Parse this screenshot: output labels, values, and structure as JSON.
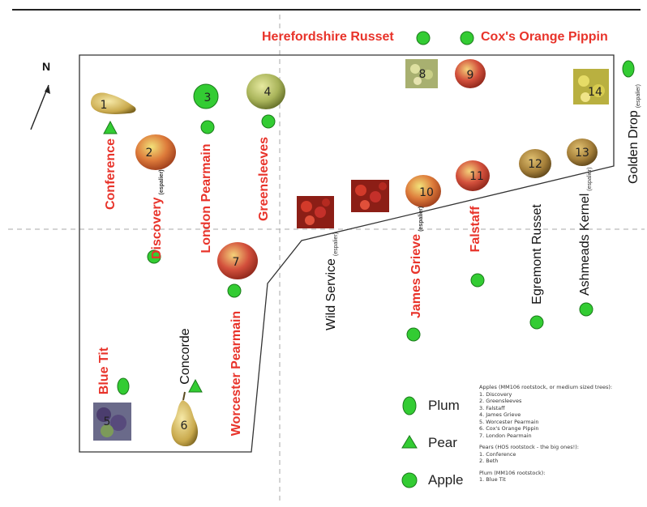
{
  "compass": {
    "label": "N"
  },
  "top_labels": [
    {
      "key": "herefordshire",
      "text": "Herefordshire Russet"
    },
    {
      "key": "cox",
      "text": "Cox's Orange Pippin"
    }
  ],
  "trees": [
    {
      "key": "conference",
      "number": "1",
      "label": "Conference",
      "sublabel": ""
    },
    {
      "key": "discovery",
      "number": "2",
      "label": "Discovery",
      "sublabel": "(espalier)"
    },
    {
      "key": "london",
      "number": "3",
      "label": "London Pearmain",
      "sublabel": ""
    },
    {
      "key": "greensleeves",
      "number": "4",
      "label": "Greensleeves",
      "sublabel": ""
    },
    {
      "key": "concorde",
      "number": "6",
      "label": "Concorde",
      "sublabel": ""
    },
    {
      "key": "worcester",
      "number": "7",
      "label": "Worcester Pearmain",
      "sublabel": ""
    },
    {
      "key": "bluetit",
      "number": "5",
      "label": "Blue Tit",
      "sublabel": ""
    },
    {
      "key": "wildservice",
      "number": "",
      "label": "Wild Service",
      "sublabel": "(espalier)"
    },
    {
      "key": "james",
      "number": "10",
      "label": "James Grieve",
      "sublabel": "(espalier)"
    },
    {
      "key": "falstaff",
      "number": "11",
      "label": "Falstaff",
      "sublabel": ""
    },
    {
      "key": "egremont",
      "number": "12",
      "label": "Egremont Russet",
      "sublabel": ""
    },
    {
      "key": "ashmeads",
      "number": "13",
      "label": "Ashmeads Kernel",
      "sublabel": "(espalier)"
    },
    {
      "key": "golden",
      "number": "14",
      "label": "Golden Drop",
      "sublabel": "(espalier)"
    },
    {
      "key": "eight",
      "number": "8",
      "label": "",
      "sublabel": ""
    },
    {
      "key": "nine",
      "number": "9",
      "label": "",
      "sublabel": ""
    }
  ],
  "legend": {
    "plum": "Plum",
    "pear": "Pear",
    "apple": "Apple"
  },
  "notes": {
    "apples_title": "Apples (MM106 rootstock, or medium sized trees):",
    "apples": [
      "1. Discovery",
      "2. Greensleeves",
      "3. Falstaff",
      "4. James Grieve",
      "5. Worcester Pearmain",
      "6. Cox's Orange Pippin",
      "7. London Pearmain"
    ],
    "pears_title": "Pears (HOS rootstock - the big ones!):",
    "pears": [
      "1. Conference",
      "2. Beth"
    ],
    "plums_title": "Plum (MM106 rootstock):",
    "plums": [
      "1. Blue Tit"
    ]
  },
  "colors": {
    "red_label": "#e8332a",
    "marker_green": "#33cc33",
    "marker_stroke": "#1a7a1a"
  }
}
